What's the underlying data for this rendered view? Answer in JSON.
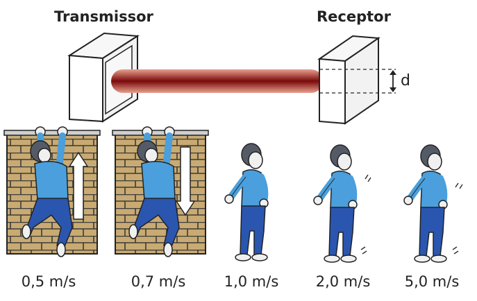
{
  "labels": {
    "transmitter": "Transmissor",
    "receiver": "Receptor",
    "distance": "d"
  },
  "speeds": [
    "0,5 m/s",
    "0,7 m/s",
    "1,0 m/s",
    "2,0 m/s",
    "5,0 m/s"
  ],
  "colors": {
    "beam": "#8b0f0f",
    "brick": "#c8aa72",
    "mortar": "#333333",
    "shirt": "#4a9fdc",
    "pants": "#2a56b0",
    "hair": "#555b66",
    "skin": "#f0f0f0"
  }
}
